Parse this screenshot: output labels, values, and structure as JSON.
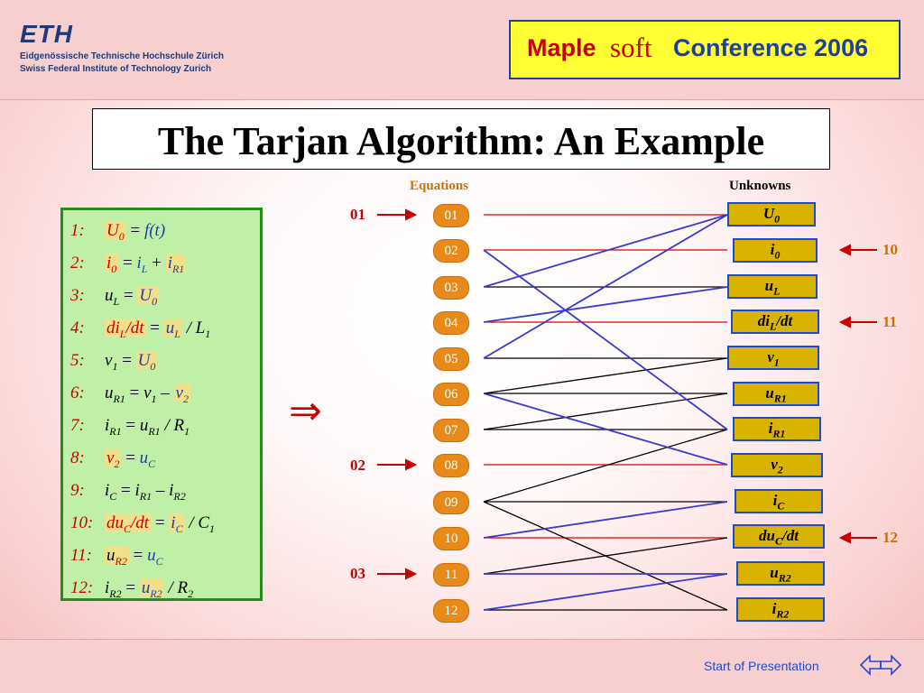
{
  "header": {
    "eth_logo": "ETH",
    "eth_line1": "Eidgenössische Technische Hochschule Zürich",
    "eth_line2": "Swiss Federal Institute of Technology Zurich",
    "conference_maple": "Maple",
    "conference_soft": "soft",
    "conference_rest": "Conference 2006"
  },
  "title": "The Tarjan Algorithm: An Example",
  "equations_panel": {
    "rows": [
      {
        "num": "1:",
        "lhs": "U",
        "lhs_sub": "0",
        "op": " = ",
        "rhs": "f(t)"
      },
      {
        "num": "2:",
        "lhs": "i",
        "lhs_sub": "0",
        "op": " = ",
        "rhs1": "i",
        "rhs1_sub": "L",
        "plus": " + ",
        "rhs2": "i",
        "rhs2_sub": "R1"
      },
      {
        "num": "3:",
        "lhs": "u",
        "lhs_sub": "L",
        "op": " = ",
        "rhs": "U",
        "rhs_sub": "0"
      },
      {
        "num": "4:",
        "lhs": "di",
        "lhs_sub": "L",
        "lhs_tail": "/dt",
        "op": " = ",
        "rhs": "u",
        "rhs_sub": "L",
        "tail": " / L",
        "tail_sub": "1"
      },
      {
        "num": "5:",
        "lhs": "v",
        "lhs_sub": "1",
        "op": " = ",
        "rhs": "U",
        "rhs_sub": "0"
      },
      {
        "num": "6:",
        "lhs": "u",
        "lhs_sub": "R1",
        "op": " = ",
        "rhs1": "v",
        "rhs1_sub": "1",
        "minus": " – ",
        "rhs2": "v",
        "rhs2_sub": "2"
      },
      {
        "num": "7:",
        "lhs": "i",
        "lhs_sub": "R1",
        "op": " = ",
        "rhs1": "u",
        "rhs1_sub": "R1",
        "tail": " / R",
        "tail_sub": "1"
      },
      {
        "num": "8:",
        "lhs": "v",
        "lhs_sub": "2",
        "op": " = ",
        "rhs": "u",
        "rhs_sub": "C"
      },
      {
        "num": "9:",
        "lhs": "i",
        "lhs_sub": "C",
        "op": " = ",
        "rhs1": "i",
        "rhs1_sub": "R1",
        "minus": " – ",
        "rhs2": "i",
        "rhs2_sub": "R2"
      },
      {
        "num": "10:",
        "lhs": "du",
        "lhs_sub": "C",
        "lhs_tail": "/dt",
        "op": " = ",
        "rhs": "i",
        "rhs_sub": "C",
        "tail": " / C",
        "tail_sub": "1"
      },
      {
        "num": "11:",
        "lhs": "u",
        "lhs_sub": "R2",
        "op": " = ",
        "rhs": "u",
        "rhs_sub": "C"
      },
      {
        "num": "12:",
        "lhs": "i",
        "lhs_sub": "R2",
        "op": " = ",
        "rhs": "u",
        "rhs_sub": "R2",
        "tail": " / R",
        "tail_sub": "2"
      }
    ]
  },
  "implies_symbol": "⇒",
  "graph": {
    "equations_label": "Equations",
    "unknowns_label": "Unknowns",
    "equation_nodes": [
      "01",
      "02",
      "03",
      "04",
      "05",
      "06",
      "07",
      "08",
      "09",
      "10",
      "11",
      "12"
    ],
    "unknowns": [
      {
        "main": "U",
        "sub": "0",
        "tail": ""
      },
      {
        "main": "i",
        "sub": "0",
        "tail": ""
      },
      {
        "main": "u",
        "sub": "L",
        "tail": ""
      },
      {
        "main": "di",
        "sub": "L",
        "tail": "/dt"
      },
      {
        "main": "v",
        "sub": "1",
        "tail": ""
      },
      {
        "main": "u",
        "sub": "R1",
        "tail": ""
      },
      {
        "main": "i",
        "sub": "R1",
        "tail": ""
      },
      {
        "main": "v",
        "sub": "2",
        "tail": ""
      },
      {
        "main": "i",
        "sub": "C",
        "tail": ""
      },
      {
        "main": "du",
        "sub": "C",
        "tail": "/dt"
      },
      {
        "main": "u",
        "sub": "R2",
        "tail": ""
      },
      {
        "main": "i",
        "sub": "R2",
        "tail": ""
      }
    ],
    "left_markers": [
      "01",
      "02",
      "03"
    ],
    "right_markers": [
      "10",
      "11",
      "12"
    ],
    "colors": {
      "matched": "#e00000",
      "blue": "#3a3ad0",
      "plain": "#000000",
      "node": "#e88a1a",
      "unknown_fill": "#d8b400"
    }
  },
  "footer": {
    "start_link": "Start of Presentation"
  }
}
